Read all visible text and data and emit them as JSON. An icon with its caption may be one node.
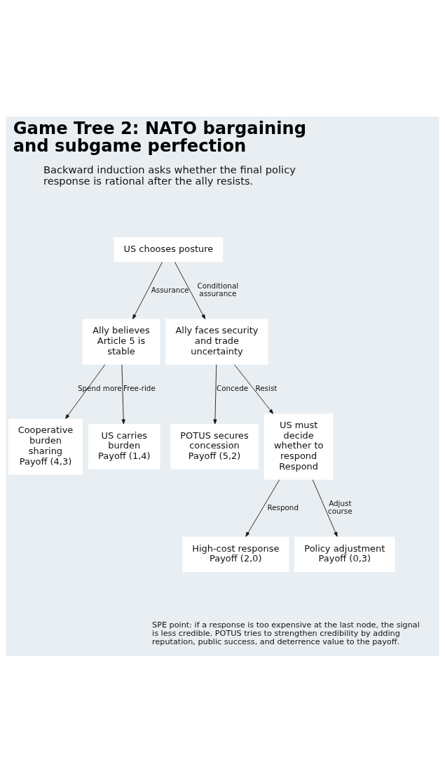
{
  "diagram": {
    "title": "Game Tree 2: NATO bargaining and subgame perfection",
    "nodes": [
      {
        "text": [
          "US chooses posture"
        ]
      },
      {
        "text": [
          "Ally believes Article 5 is stable"
        ]
      },
      {
        "text": [
          "Ally faces security and trade uncertainty"
        ]
      },
      {
        "text": [
          "Cooperative burden sharing",
          "Payoff (4,3)"
        ]
      },
      {
        "text": [
          "US carries burden",
          "Payoff (1,4)"
        ]
      },
      {
        "text": [
          "POTUS secures concession",
          "Payoff (5,2)"
        ]
      },
      {
        "text": [
          "US must decide whether to respond",
          "Respond"
        ]
      },
      {
        "text": [
          "High-cost response",
          "Payoff (2,0)"
        ]
      },
      {
        "text": [
          "Policy adjustment",
          "Payoff (0,3)"
        ]
      }
    ],
    "edges": [
      {
        "from": 0,
        "to": 1,
        "arrow": "to",
        "label": "Assurance"
      },
      {
        "from": 0,
        "to": 2,
        "arrow": "to",
        "label": "Conditional assurance"
      },
      {
        "from": 1,
        "to": 3,
        "arrow": "to",
        "label": "Spend more"
      },
      {
        "from": 1,
        "to": 4,
        "arrow": "to",
        "label": "Free-ride"
      },
      {
        "from": 2,
        "to": 5,
        "arrow": "to",
        "label": "Concede"
      },
      {
        "from": 2,
        "to": 6,
        "arrow": "to",
        "label": "Resist"
      },
      {
        "from": 6,
        "to": 7,
        "arrow": "to",
        "label": "Respond"
      },
      {
        "from": 6,
        "to": 8,
        "arrow": "to",
        "label": "Adjust course"
      }
    ],
    "labels": [
      "Backward induction asks whether the final policy response is rational after the ally resists.",
      "SPE point: if a response is too expensive at the last node, the signal is less credible. POTUS tries to strengthen credibility by adding reputation, public success, and deterrence value to the payoff."
    ]
  }
}
